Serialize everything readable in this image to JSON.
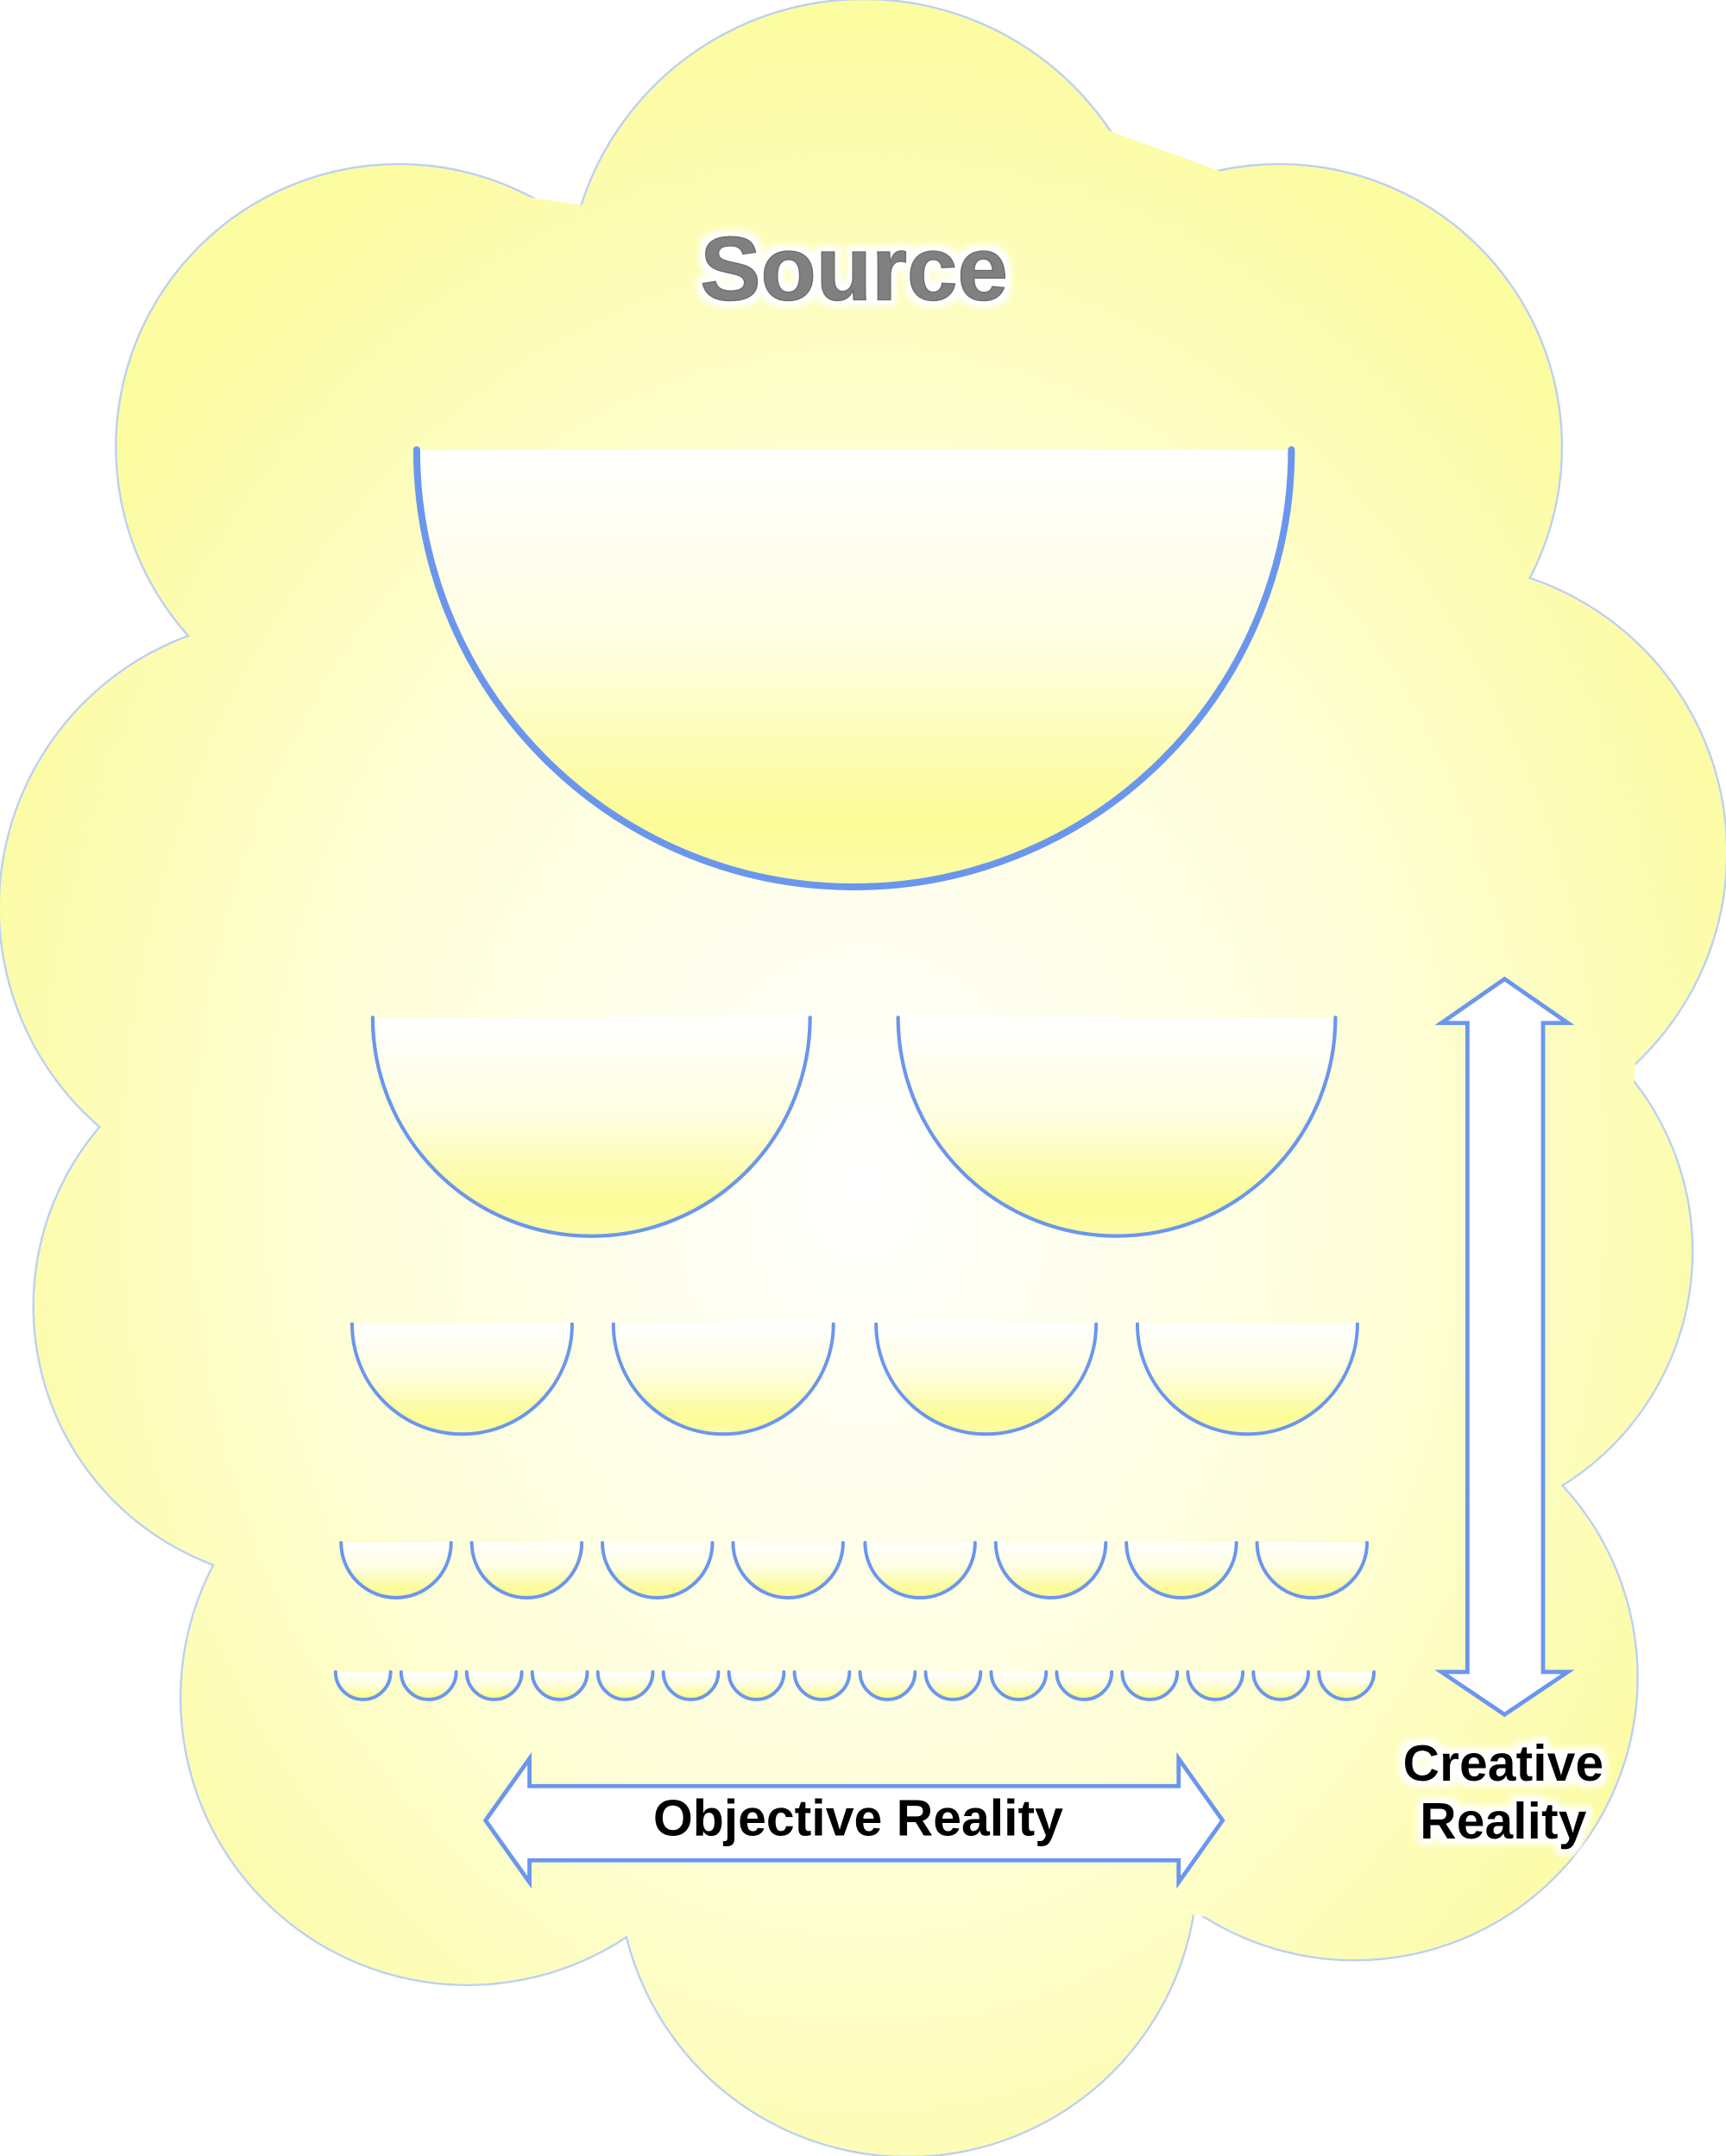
{
  "title": "Source",
  "labels": {
    "objective": "Objective Reality",
    "creative_line1": "Creative",
    "creative_line2": "Reality"
  },
  "bowl_rows": [
    1,
    2,
    4,
    8,
    16
  ],
  "colors": {
    "cloud_fill_edge": "#fcfca0",
    "cloud_fill_center": "#ffffff",
    "outline": "#6b96ee",
    "cloud_outline": "#bcd0f4",
    "title_text": "#808080",
    "label_text": "#000000"
  }
}
